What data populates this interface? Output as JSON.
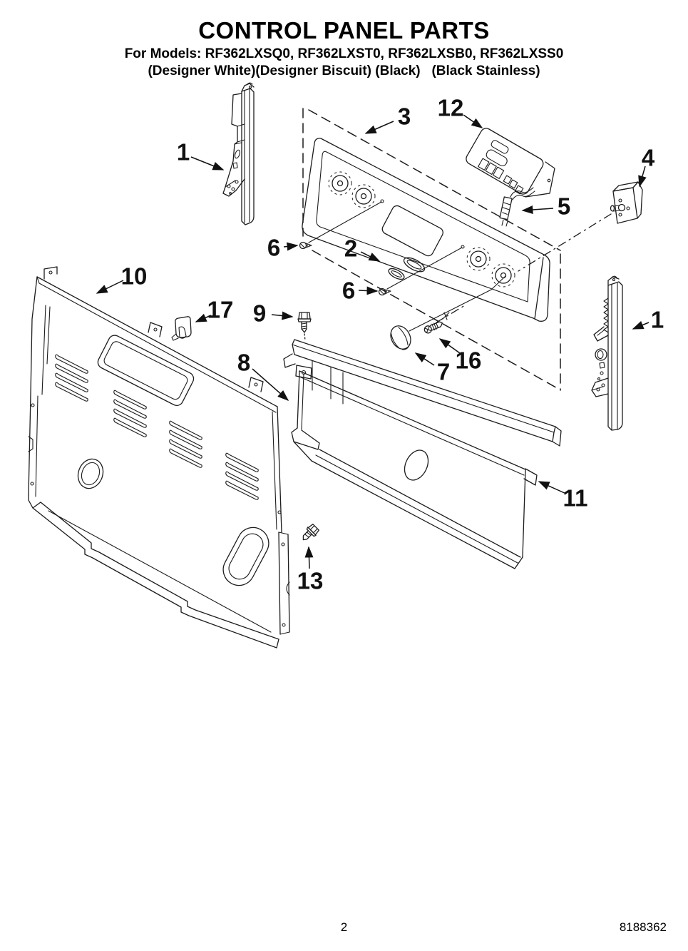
{
  "header": {
    "title": "CONTROL PANEL PARTS",
    "models_line": "For Models: RF362LXSQ0, RF362LXST0, RF362LXSB0, RF362LXSS0",
    "finishes_line": "(Designer White)(Designer Biscuit) (Black)   (Black Stainless)"
  },
  "callouts": {
    "side_trim_left": "1",
    "end_cap": "2",
    "control_panel": "3",
    "infinite_switch": "4",
    "wire_connector": "5",
    "screw_upper": "6",
    "screw_lower": "6",
    "knob": "7",
    "support_bracket": "8",
    "bracket_screw": "9",
    "rear_panel": "10",
    "support_end": "11",
    "electronic_control": "12",
    "rear_panel_screw": "13",
    "knob_screw": "16",
    "clip": "17",
    "side_trim_right": "1"
  },
  "footer": {
    "page_number": "2",
    "document_number": "8188362"
  },
  "diagram_colors": {
    "line": "#1c1c1c",
    "background": "#ffffff"
  }
}
